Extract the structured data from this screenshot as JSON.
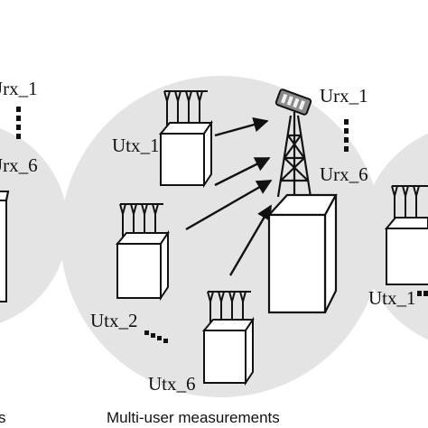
{
  "center_scene": {
    "receiver_top_label": "Urx_1",
    "receiver_bottom_label": "Urx_6",
    "transmitter_labels": [
      "Utx_1",
      "Utx_2",
      "Utx_6"
    ],
    "caption": "Multi-user measurements"
  },
  "left_scene": {
    "receiver_top_label": "Urx_1",
    "receiver_bottom_label": "Urx_6",
    "caption_fragment": "s"
  },
  "right_scene": {
    "transmitter_label": "Utx_1"
  },
  "colors": {
    "background": "#ffffff",
    "scene_circle": "#e4e4e4",
    "line": "#111111",
    "antenna_panel": "#8a8a8a"
  },
  "icons": [
    "antenna-array-icon",
    "cell-tower-icon",
    "building-icon",
    "arrow-icon"
  ]
}
